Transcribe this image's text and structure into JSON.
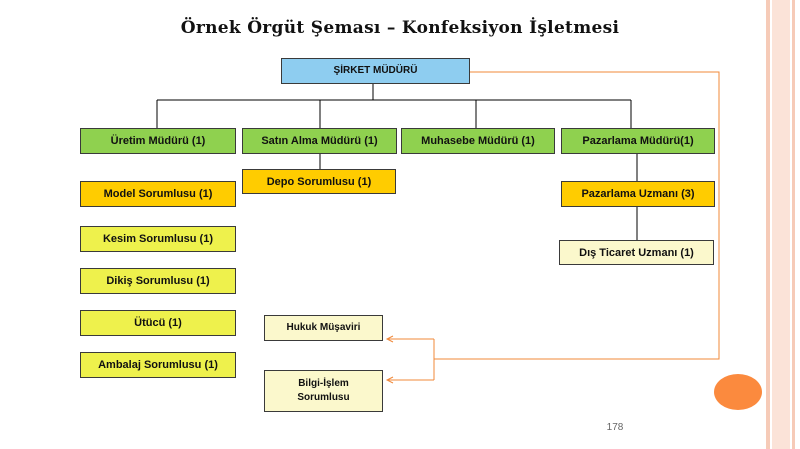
{
  "title": "Örnek Örgüt Şeması – Konfeksiyon İşletmesi",
  "page_number": "178",
  "colors": {
    "ceo_fill": "#8ecdf0",
    "director_fill": "#8fd14f",
    "mid_fill": "#ffcc00",
    "low_fill": "#eef14c",
    "advisor_fill": "#fbf8cc",
    "connector_line": "#000000",
    "advisory_line": "#f0883a",
    "accent_circle": "#fb8a3e"
  },
  "org": {
    "ceo": "ŞİRKET MÜDÜRÜ",
    "directors": [
      "Üretim  Müdürü (1)",
      "Satın Alma Müdürü (1)",
      "Muhasebe Müdürü (1)",
      "Pazarlama Müdürü(1)"
    ],
    "production": [
      "Model Sorumlusu (1)",
      "Kesim Sorumlusu (1)",
      "Dikiş Sorumlusu (1)",
      "Ütücü (1)",
      "Ambalaj Sorumlusu (1)"
    ],
    "purchasing": [
      "Depo Sorumlusu (1)"
    ],
    "marketing": [
      "Pazarlama Uzmanı (3)",
      "Dış Ticaret Uzmanı (1)"
    ],
    "advisors": [
      "Hukuk Müşaviri",
      "Bilgi-İşlem Sorumlusu"
    ]
  }
}
